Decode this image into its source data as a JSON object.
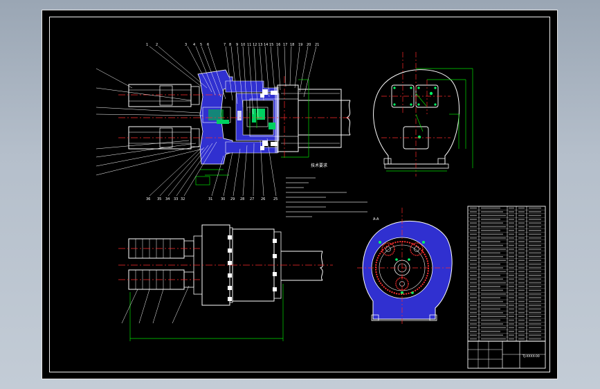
{
  "drawing": {
    "section_label": "A-A",
    "tech_requirements_heading": "技术要求",
    "title_block_code": "TJ-XXXX-00"
  },
  "colors": {
    "background": "#000000",
    "linework": "#ffffff",
    "housing_fill": "#3030d0",
    "centerline": "#ff2a2a",
    "dimension": "#00e000",
    "leader": "#ffffff",
    "bolt_highlight": "#00ff66",
    "hatch_red": "#ff3030"
  },
  "icons": {
    "view_main": "section-view",
    "view_side": "end-view"
  }
}
